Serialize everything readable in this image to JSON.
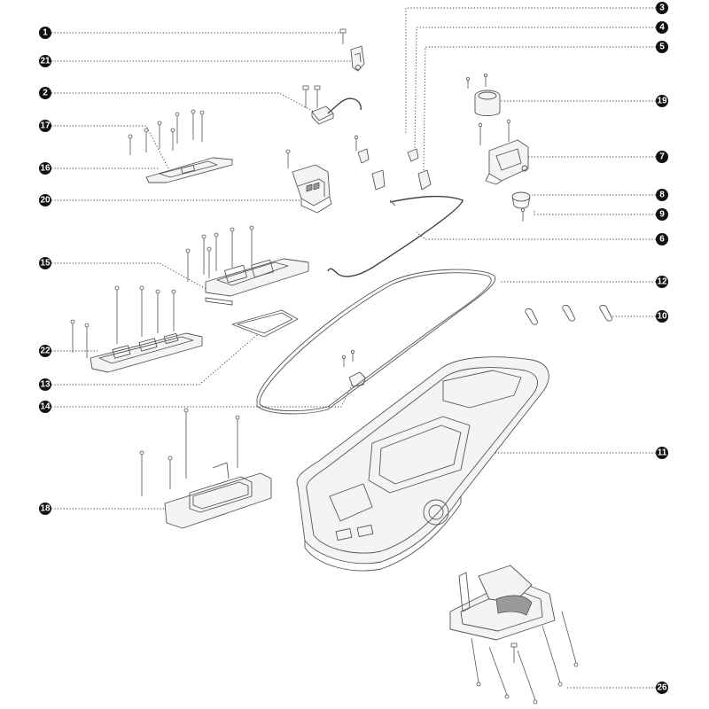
{
  "callouts": [
    {
      "id": "1",
      "label": "1"
    },
    {
      "id": "21",
      "label": "21"
    },
    {
      "id": "2",
      "label": "2"
    },
    {
      "id": "17",
      "label": "17"
    },
    {
      "id": "16",
      "label": "16"
    },
    {
      "id": "20",
      "label": "20"
    },
    {
      "id": "15",
      "label": "15"
    },
    {
      "id": "22",
      "label": "22"
    },
    {
      "id": "13",
      "label": "13"
    },
    {
      "id": "14",
      "label": "14"
    },
    {
      "id": "18",
      "label": "18"
    },
    {
      "id": "3",
      "label": "3"
    },
    {
      "id": "4",
      "label": "4"
    },
    {
      "id": "5",
      "label": "5"
    },
    {
      "id": "19",
      "label": "19"
    },
    {
      "id": "7",
      "label": "7"
    },
    {
      "id": "8",
      "label": "8"
    },
    {
      "id": "9",
      "label": "9"
    },
    {
      "id": "6",
      "label": "6"
    },
    {
      "id": "12",
      "label": "12"
    },
    {
      "id": "10",
      "label": "10"
    },
    {
      "id": "11",
      "label": "11"
    },
    {
      "id": "26",
      "label": "26"
    }
  ]
}
